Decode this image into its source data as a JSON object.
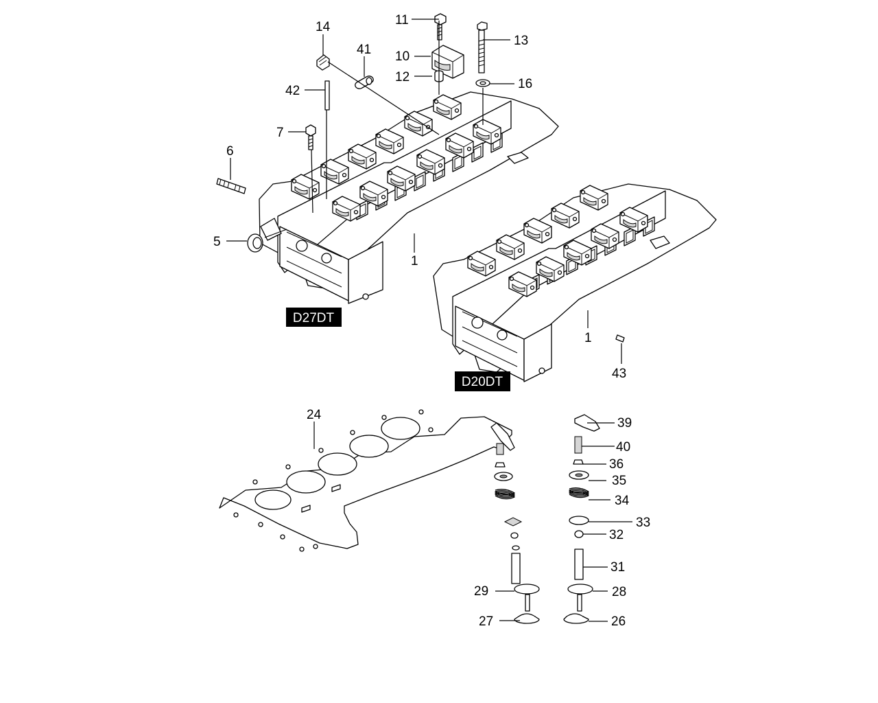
{
  "variants": {
    "left": "D27DT",
    "right": "D20DT"
  },
  "part_numbers": {
    "cylinder_head_left": "1",
    "cylinder_head_right": "1",
    "seal": "5",
    "stud": "6",
    "bolt_7": "7",
    "bracket": "10",
    "bolt_11": "11",
    "bushing": "12",
    "bolt_13": "13",
    "plug": "14",
    "washer": "16",
    "gasket": "24",
    "valve_26": "26",
    "valve_27": "27",
    "seat_28": "28",
    "seat_29": "29",
    "guide": "31",
    "valve_seal": "32",
    "spring_seat": "33",
    "spring": "34",
    "retainer": "35",
    "keeper": "36",
    "rocker": "39",
    "lash_adjuster": "40",
    "bush": "41",
    "dowel_42": "42",
    "dowel_43": "43"
  }
}
